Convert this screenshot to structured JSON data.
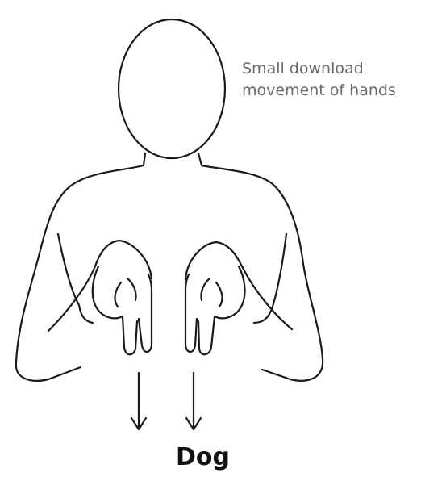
{
  "annotation": {
    "line1": "Small download",
    "line2": "movement of hands"
  },
  "caption": "Dog",
  "icons": {
    "left_arrow": "arrow-down-icon",
    "right_arrow": "arrow-down-icon"
  }
}
